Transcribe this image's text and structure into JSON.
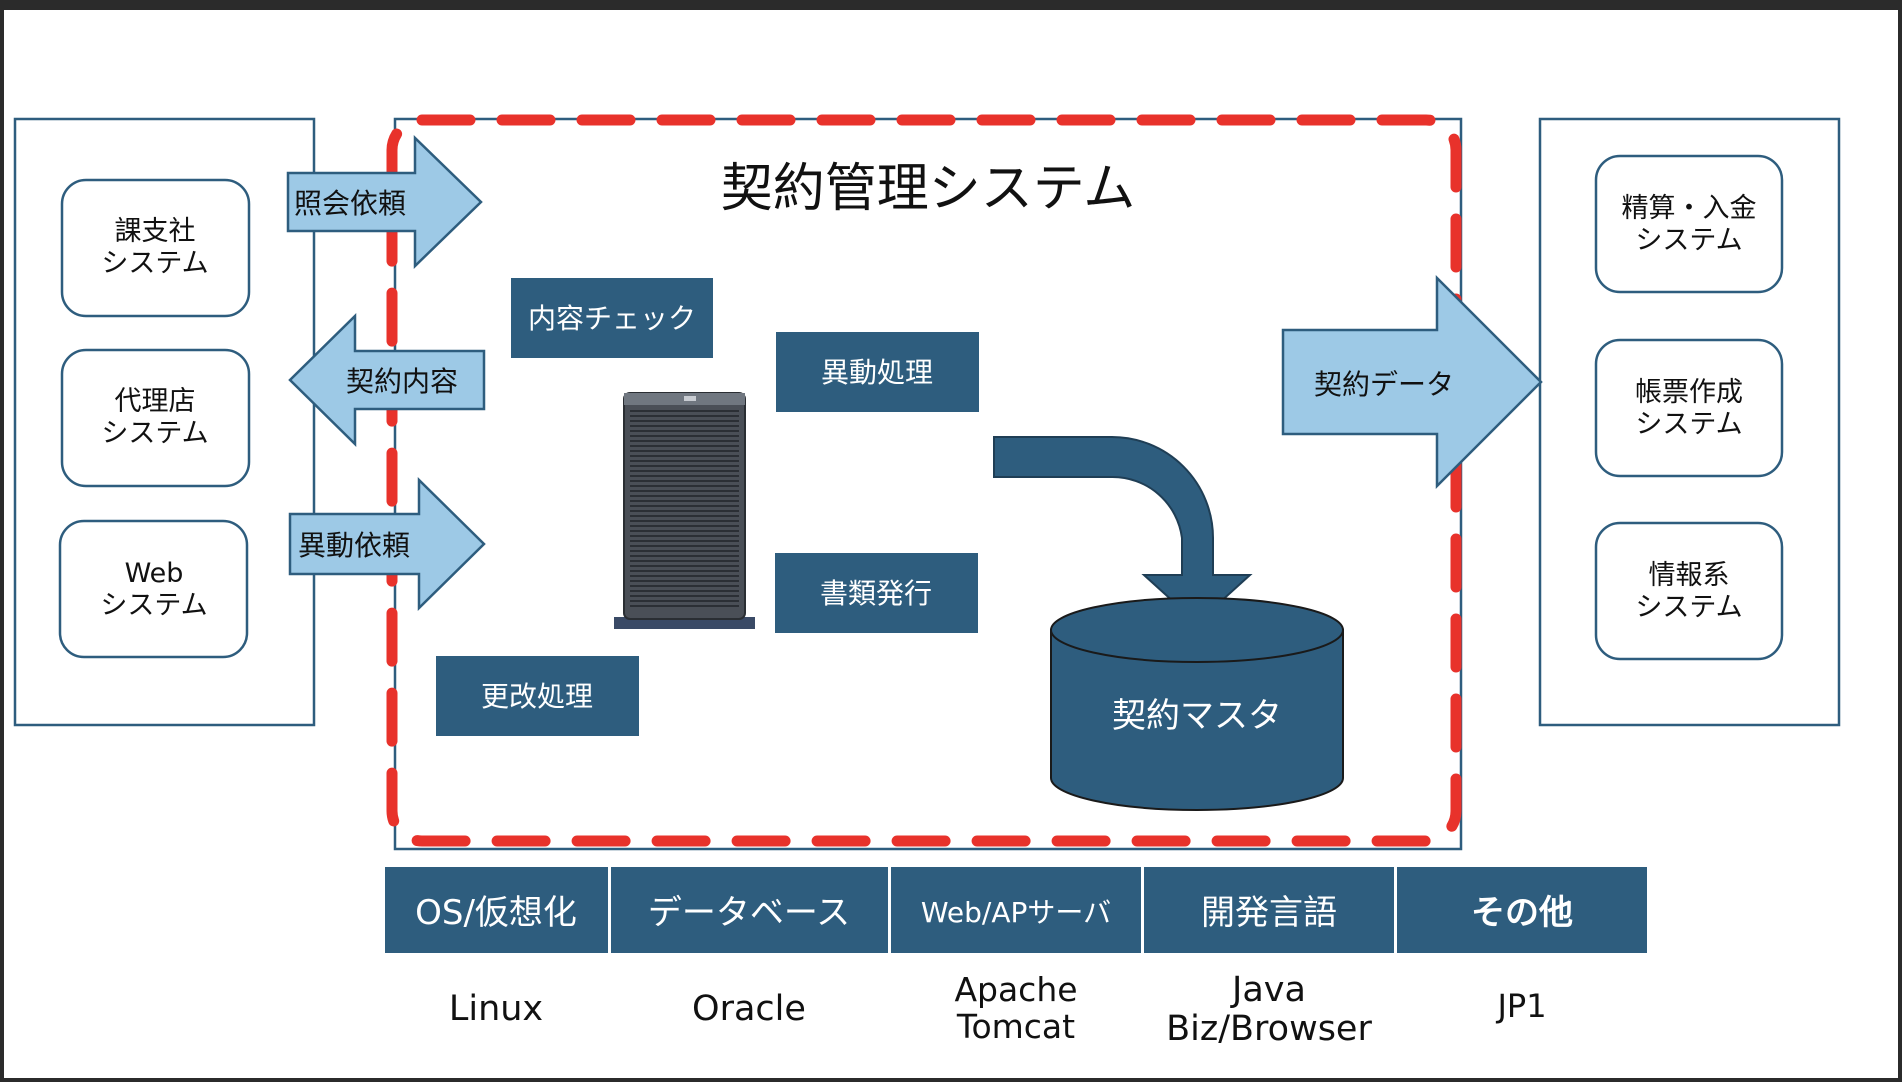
{
  "main_system": {
    "title": "契約管理システム",
    "functions": [
      "内容チェック",
      "異動処理",
      "書類発行",
      "更改処理"
    ],
    "database": "契約マスタ"
  },
  "left_systems": [
    {
      "line1": "課支社",
      "line2": "システム"
    },
    {
      "line1": "代理店",
      "line2": "システム"
    },
    {
      "line1": "Web",
      "line2": "システム"
    }
  ],
  "left_arrows": [
    {
      "label": "照会依頼",
      "direction": "right"
    },
    {
      "label": "契約内容",
      "direction": "left"
    },
    {
      "label": "異動依頼",
      "direction": "right"
    }
  ],
  "right_arrow": {
    "label": "契約データ",
    "direction": "right"
  },
  "right_systems": [
    {
      "line1": "精算・入金",
      "line2": "システム"
    },
    {
      "line1": "帳票作成",
      "line2": "システム"
    },
    {
      "line1": "情報系",
      "line2": "システム"
    }
  ],
  "tech_stack": [
    {
      "category": "OS/仮想化",
      "values": [
        "Linux"
      ]
    },
    {
      "category": "データベース",
      "values": [
        "Oracle"
      ]
    },
    {
      "category": "Web/APサーバ",
      "values": [
        "Apache",
        "Tomcat"
      ]
    },
    {
      "category": "開発言語",
      "values": [
        "Java",
        "Biz/Browser"
      ]
    },
    {
      "category": "その他",
      "values": [
        "JP1"
      ]
    }
  ],
  "colors": {
    "dark_blue": "#2e5d7e",
    "light_blue_arrow": "#9dc9e6",
    "border_blue": "#2e5d7e",
    "dashed_red": "#e8322b",
    "server_dark": "#3a3f47"
  }
}
